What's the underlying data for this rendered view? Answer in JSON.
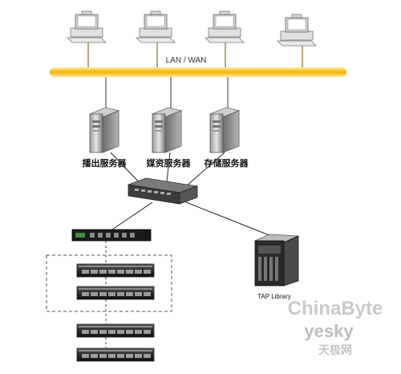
{
  "network": {
    "label": "LAN / WAN"
  },
  "servers": [
    {
      "name": "播出服务器"
    },
    {
      "name": "媒资服务器"
    },
    {
      "name": "存储服务器"
    }
  ],
  "tape_library": {
    "label": "TAP Library"
  },
  "watermark": {
    "brand": "ChinaByte",
    "site": "yesky",
    "site_cn": "天极网"
  }
}
